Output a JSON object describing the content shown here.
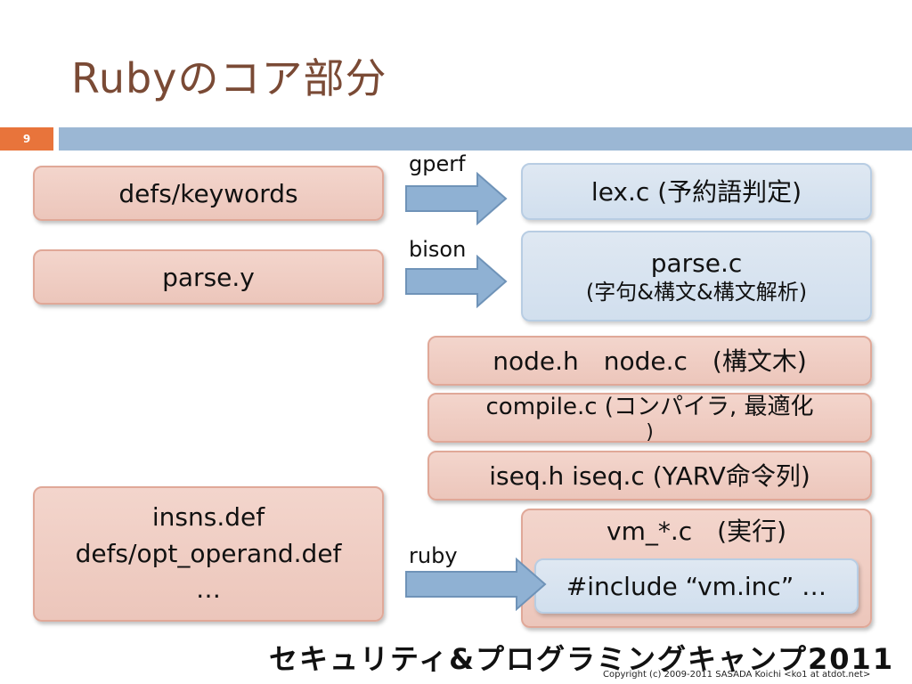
{
  "slide": {
    "title": "Rubyのコア部分",
    "page_number": "9"
  },
  "sources": {
    "keywords": "defs/keywords",
    "parse_y": "parse.y",
    "insns_line1": "insns.def",
    "insns_line2": "defs/opt_operand.def",
    "insns_line3": "…"
  },
  "tools": {
    "gperf": "gperf",
    "bison": "bison",
    "ruby": "ruby"
  },
  "outputs": {
    "lex": "lex.c (予約語判定)",
    "parse_line1": "parse.c",
    "parse_line2": "(字句&構文&構文解析)",
    "node": "node.h　node.c　(構文木)",
    "compile_line1": "compile.c  (コンパイラ, 最適化",
    "compile_line2": ")",
    "iseq": "iseq.h  iseq.c   (YARV命令列)",
    "vm": "vm_*.c　(実行)",
    "vm_include": "#include “vm.inc” …"
  },
  "footer": {
    "logo_text": "セキュリティ&プログラミングキャンプ2011",
    "copyright": "Copyright (c) 2009-2011 SASADA Koichi <ko1 at atdot.net>"
  },
  "colors": {
    "title": "#7a4a35",
    "accent_orange": "#e8743b",
    "bar_blue": "#9bb7d4",
    "box_pink": "#f3d5cc",
    "box_blue": "#dfe8f2",
    "arrow_fill": "#8fb1d3"
  }
}
